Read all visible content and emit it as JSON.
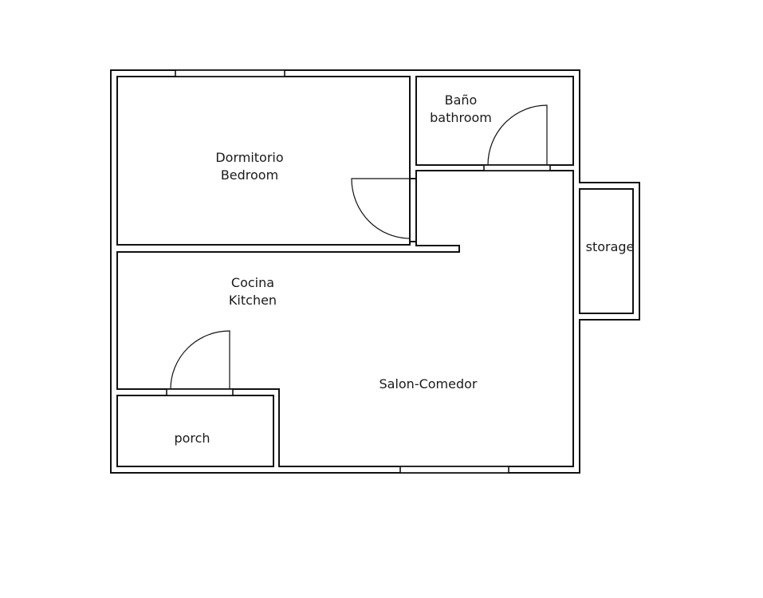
{
  "diagram": {
    "type": "floor-plan",
    "colors": {
      "wall": "#111111",
      "background": "#ffffff",
      "text": "#1a1a1a"
    },
    "rooms": [
      {
        "id": "bedroom",
        "label_es": "Dormitorio",
        "label_en": "Bedroom"
      },
      {
        "id": "bathroom",
        "label_es": "Baño",
        "label_en": "bathroom"
      },
      {
        "id": "kitchen",
        "label_es": "Cocina",
        "label_en": "Kitchen"
      },
      {
        "id": "living-dining",
        "label": "Salon-Comedor"
      },
      {
        "id": "storage",
        "label": "storage"
      },
      {
        "id": "porch",
        "label": "porch"
      }
    ],
    "doors": [
      {
        "id": "bedroom-door",
        "between": [
          "bedroom",
          "living-dining"
        ]
      },
      {
        "id": "bathroom-door",
        "between": [
          "bathroom",
          "living-dining"
        ]
      },
      {
        "id": "porch-door",
        "between": [
          "kitchen",
          "porch"
        ]
      }
    ],
    "windows": [
      {
        "id": "bedroom-window",
        "wall": "top"
      },
      {
        "id": "living-window",
        "wall": "bottom"
      }
    ]
  }
}
